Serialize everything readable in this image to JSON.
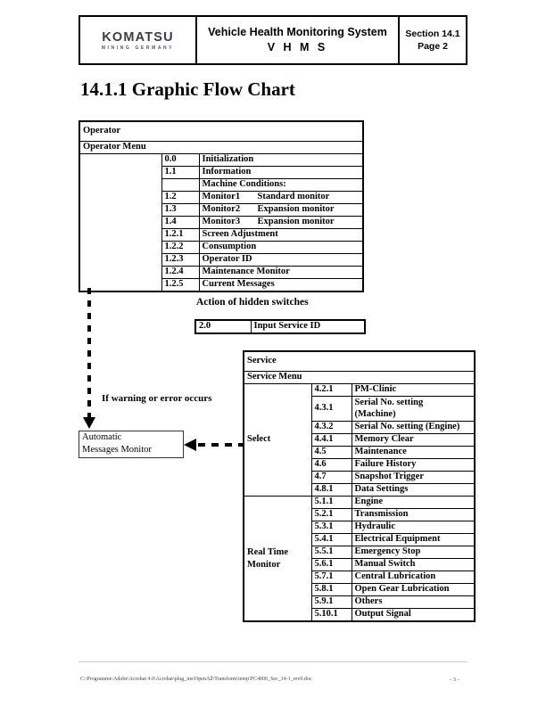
{
  "header": {
    "logo_line1": "KOMATSU",
    "logo_line2": "MINING GERMANY",
    "title_line1": "Vehicle Health Monitoring System",
    "title_line2": "V H M S",
    "section_line1": "Section 14.1",
    "section_line2": "Page 2"
  },
  "page_title": "14.1.1 Graphic Flow Chart",
  "operator_table": {
    "title": "Operator",
    "subtitle": "Operator Menu",
    "rows": [
      {
        "code": "0.0",
        "label": "Initialization",
        "detail": ""
      },
      {
        "code": "1.1",
        "label": "Information",
        "detail": ""
      },
      {
        "code": "",
        "label": "Machine Conditions:",
        "detail": ""
      },
      {
        "code": "1.2",
        "label": "Monitor1",
        "detail": "Standard monitor"
      },
      {
        "code": "1.3",
        "label": "Monitor2",
        "detail": "Expansion monitor"
      },
      {
        "code": "1.4",
        "label": "Monitor3",
        "detail": "Expansion monitor"
      },
      {
        "code": "1.2.1",
        "label": "Screen Adjustment",
        "detail": ""
      },
      {
        "code": "1.2.2",
        "label": "Consumption",
        "detail": ""
      },
      {
        "code": "1.2.3",
        "label": "Operator ID",
        "detail": ""
      },
      {
        "code": "1.2.4",
        "label": "Maintenance Monitor",
        "detail": ""
      },
      {
        "code": "1.2.5",
        "label": "Current Messages",
        "detail": ""
      }
    ]
  },
  "hidden_switches": {
    "caption": "Action of hidden switches",
    "code": "2.0",
    "label": "Input Service ID"
  },
  "flow": {
    "warning_label": "If warning or error occurs",
    "monitor_box_line1": "Automatic",
    "monitor_box_line2": "Messages Monitor"
  },
  "service_table": {
    "title": "Service",
    "subtitle": "Service Menu",
    "group1_name": "Select",
    "group2_name_line1": "Real Time",
    "group2_name_line2": "Monitor",
    "select_rows": [
      {
        "code": "4.2.1",
        "label": "PM-Clinic",
        "label2": ""
      },
      {
        "code": "4.3.1",
        "label": "Serial No. setting",
        "label2": "(Machine)"
      },
      {
        "code": "4.3.2",
        "label": "Serial No. setting (Engine)",
        "label2": ""
      },
      {
        "code": "4.4.1",
        "label": "Memory Clear",
        "label2": ""
      },
      {
        "code": "4.5",
        "label": "Maintenance",
        "label2": ""
      },
      {
        "code": "4.6",
        "label": "Failure History",
        "label2": ""
      },
      {
        "code": "4.7",
        "label": "Snapshot Trigger",
        "label2": ""
      },
      {
        "code": "4.8.1",
        "label": "Data Settings",
        "label2": ""
      }
    ],
    "realtime_rows": [
      {
        "code": "5.1.1",
        "label": "Engine"
      },
      {
        "code": "5.2.1",
        "label": "Transmission"
      },
      {
        "code": "5.3.1",
        "label": "Hydraulic"
      },
      {
        "code": "5.4.1",
        "label": "Electrical Equipment"
      },
      {
        "code": "5.5.1",
        "label": "Emergency Stop"
      },
      {
        "code": "5.6.1",
        "label": "Manual Switch"
      },
      {
        "code": "5.7.1",
        "label": "Central Lubrication"
      },
      {
        "code": "5.8.1",
        "label": "Open Gear Lubrication"
      },
      {
        "code": "5.9.1",
        "label": "Others"
      },
      {
        "code": "5.10.1",
        "label": "Output Signal"
      }
    ]
  },
  "footer": {
    "file_path": "C:\\Programme\\Adobe\\Acrobat 4.0\\Acrobat\\plug_ins\\OpenAll\\Transform\\temp\\PC4000_Sec_14-1_rev0.doc",
    "page_number": "- 3 -"
  },
  "colors": {
    "border": "#000000",
    "logo_gray": "#3d3d45"
  }
}
